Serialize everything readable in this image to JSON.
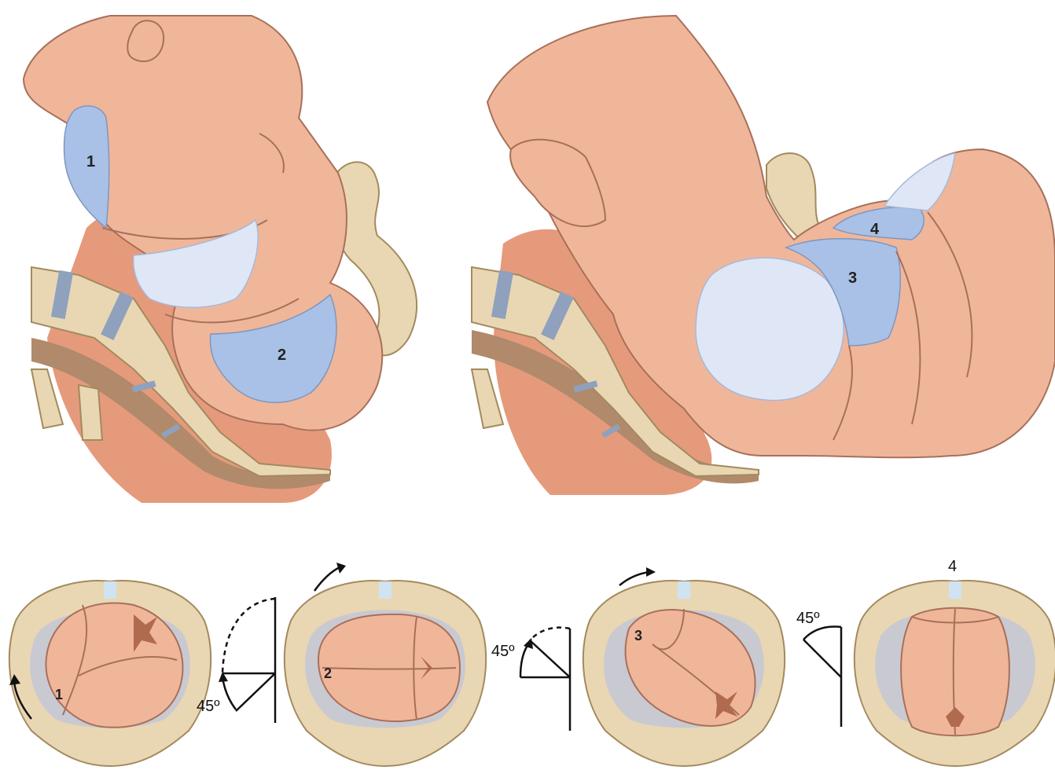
{
  "colors": {
    "skin": "#f0b69a",
    "skin_dark": "#e49a7a",
    "skin_line": "#a8705a",
    "bone": "#e9d7b3",
    "bone_line": "#a38a5e",
    "sacral_canal": "#b08a6a",
    "blue": "#a9c1e6",
    "blue_light": "#dfe7f6",
    "disc": "#8fa1bd",
    "pelvis_gray": "#c9c9d2",
    "symphysis": "#cfe3f2",
    "arrow": "#111111"
  },
  "top_left": {
    "labels": [
      "1",
      "2"
    ]
  },
  "top_right": {
    "labels": [
      "3",
      "4"
    ]
  },
  "bottom": {
    "pelvis_labels": [
      "1",
      "2",
      "3",
      "4"
    ],
    "angles": [
      "45º",
      "45º",
      "45º"
    ]
  }
}
